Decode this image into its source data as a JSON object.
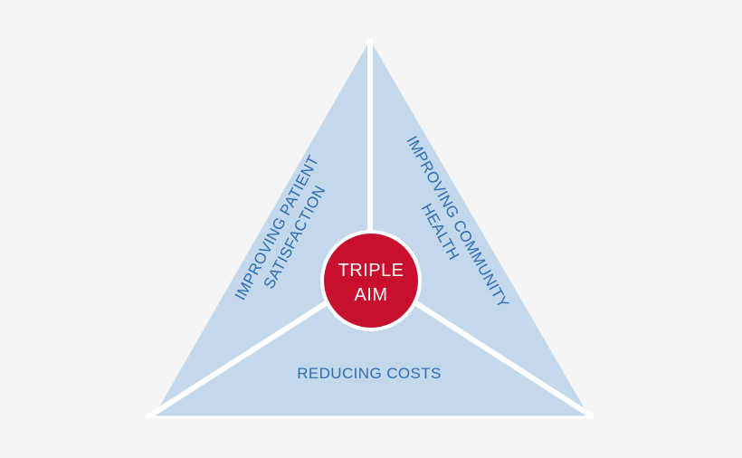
{
  "diagram": {
    "center": {
      "line1": "TRIPLE",
      "line2": "AIM"
    },
    "left_section": {
      "line1": "IMPROVING PATIENT",
      "line2": "SATISFACTION"
    },
    "right_section": {
      "line1": "IMPROVING COMMUNITY",
      "line2": "HEALTH"
    },
    "bottom_section": {
      "label": "REDUCING COSTS"
    }
  },
  "colors": {
    "background": "#f5f5f5",
    "triangle_fill": "#c3d8ea",
    "divider": "#ffffff",
    "center_circle": "#c8102e",
    "label_text": "#2e6db4"
  }
}
